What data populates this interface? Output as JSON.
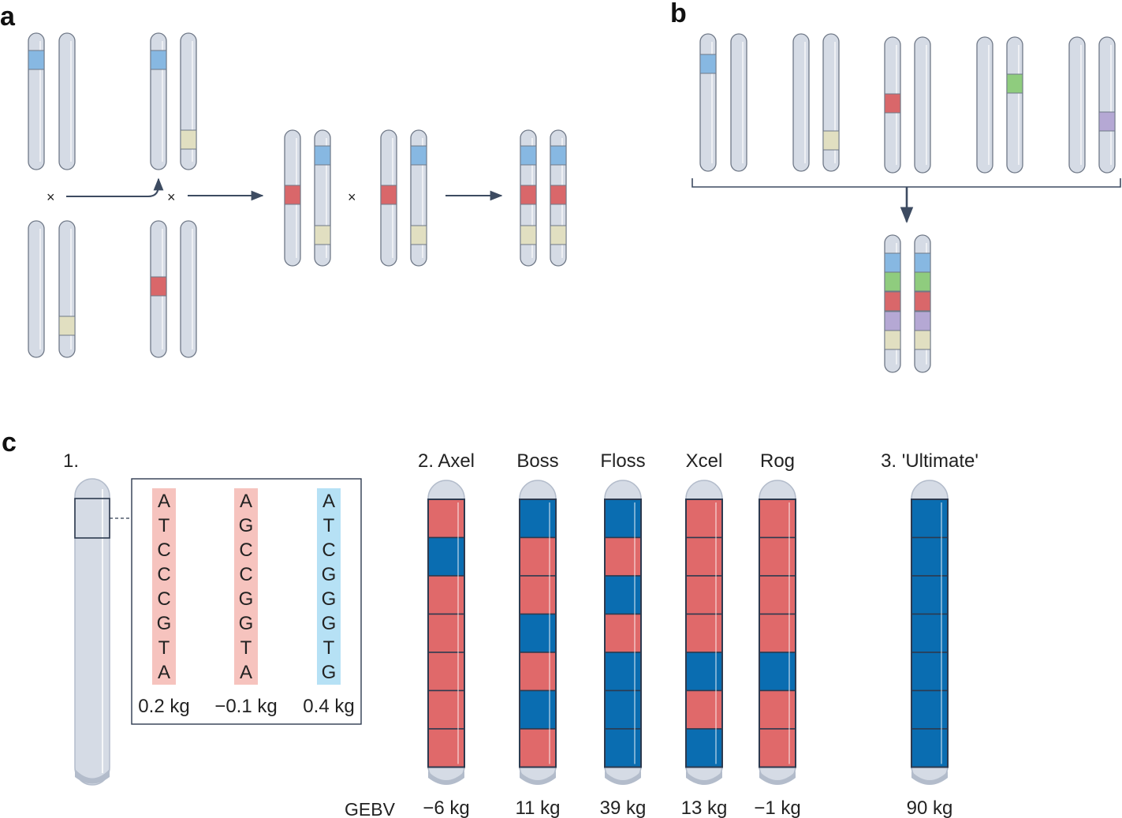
{
  "panels": {
    "a": {
      "label": "a",
      "cross_symbol": "×"
    },
    "b": {
      "label": "b"
    },
    "c": {
      "label": "c",
      "step1_title": "1.",
      "sequences": [
        {
          "bases": [
            "A",
            "T",
            "C",
            "C",
            "C",
            "G",
            "T",
            "A"
          ],
          "effect": "0.2 kg",
          "highlight": "red"
        },
        {
          "bases": [
            "A",
            "G",
            "C",
            "C",
            "G",
            "G",
            "T",
            "A"
          ],
          "effect": "−0.1 kg",
          "highlight": "red"
        },
        {
          "bases": [
            "A",
            "T",
            "C",
            "G",
            "G",
            "G",
            "T",
            "G"
          ],
          "effect": "0.4 kg",
          "highlight": "blue"
        }
      ],
      "gebv_label": "GEBV",
      "varieties": [
        {
          "title": "2. Axel",
          "gebv": "−6 kg",
          "segments": [
            "red",
            "blue",
            "red",
            "red",
            "red",
            "red",
            "red"
          ]
        },
        {
          "title": "Boss",
          "gebv": "11 kg",
          "segments": [
            "blue",
            "red",
            "red",
            "blue",
            "red",
            "blue",
            "red"
          ]
        },
        {
          "title": "Floss",
          "gebv": "39 kg",
          "segments": [
            "blue",
            "red",
            "blue",
            "red",
            "blue",
            "blue",
            "blue"
          ]
        },
        {
          "title": "Xcel",
          "gebv": "13 kg",
          "segments": [
            "red",
            "red",
            "red",
            "red",
            "blue",
            "red",
            "blue"
          ]
        },
        {
          "title": "Rog",
          "gebv": "−1 kg",
          "segments": [
            "red",
            "red",
            "red",
            "red",
            "blue",
            "red",
            "red"
          ]
        },
        {
          "title": "3. 'Ultimate'",
          "gebv": "90 kg",
          "segments": [
            "blue",
            "blue",
            "blue",
            "blue",
            "blue",
            "blue",
            "blue"
          ]
        }
      ]
    }
  },
  "colors": {
    "chromosome_fill": "#d5dbe5",
    "chromosome_stroke": "#6f7887",
    "chromosome_shade": "#b3bccb",
    "arrow": "#3d4b61",
    "blue_marker": "#87b8e2",
    "red_marker": "#d9676a",
    "beige_marker": "#e1dfc1",
    "green_marker": "#8fcc7e",
    "purple_marker": "#b5a8d4",
    "seg_red": "#e0696a",
    "seg_blue": "#0a6db1",
    "seg_line": "#2d3a4f",
    "seq_red_bg": "#f6c3be",
    "seq_blue_bg": "#b6e1f5"
  }
}
